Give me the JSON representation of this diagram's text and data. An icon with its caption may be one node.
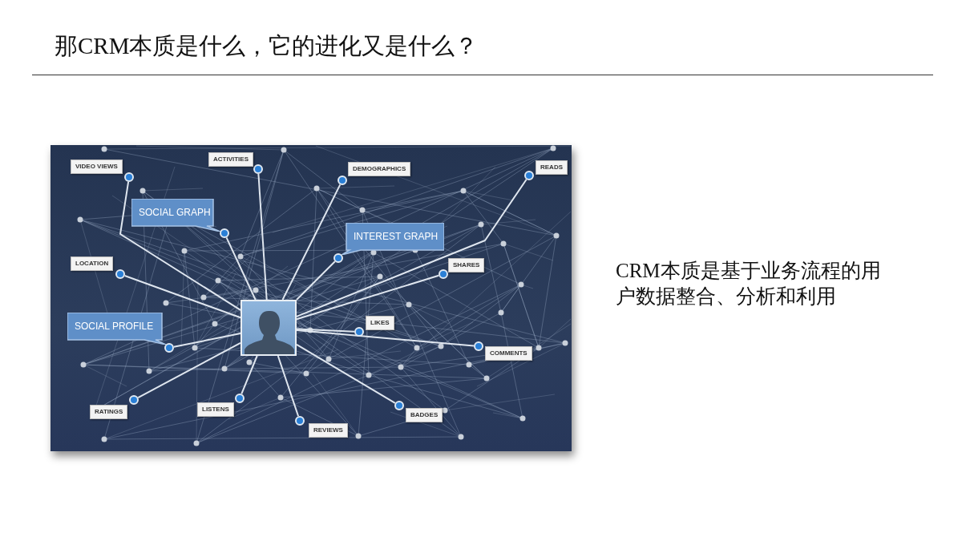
{
  "diagram": {
    "title": "那CRM本质是什么，它的进化又是什么？",
    "nodes": [
      {
        "text": [],
        "shape": "picture"
      },
      {
        "text": [],
        "shape": "circle",
        "beside": [
          "VIDEO VIEWS"
        ]
      },
      {
        "text": [],
        "shape": "circle",
        "beside": [
          "ACTIVITIES"
        ]
      },
      {
        "text": [],
        "shape": "circle",
        "beside": [
          "DEMOGRAPHICS"
        ]
      },
      {
        "text": [],
        "shape": "circle",
        "beside": [
          "READS"
        ]
      },
      {
        "text": [
          "SOCIAL GRAPH"
        ]
      },
      {
        "text": [],
        "shape": "circle"
      },
      {
        "text": [
          "INTEREST GRAPH"
        ]
      },
      {
        "text": [],
        "shape": "circle"
      },
      {
        "text": [],
        "shape": "circle",
        "beside": [
          "LOCATION"
        ]
      },
      {
        "text": [],
        "shape": "circle",
        "beside": [
          "SHARES"
        ]
      },
      {
        "text": [
          "SOCIAL PROFILE"
        ]
      },
      {
        "text": [],
        "shape": "circle"
      },
      {
        "text": [],
        "shape": "circle",
        "beside": [
          "LIKES"
        ]
      },
      {
        "text": [],
        "shape": "circle",
        "beside": [
          "COMMENTS"
        ]
      },
      {
        "text": [],
        "shape": "circle",
        "beside": [
          "RATINGS"
        ]
      },
      {
        "text": [],
        "shape": "circle",
        "beside": [
          "LISTENS"
        ]
      },
      {
        "text": [],
        "shape": "circle",
        "beside": [
          "BADGES"
        ]
      },
      {
        "text": [],
        "shape": "circle",
        "beside": [
          "REVIEWS"
        ]
      }
    ],
    "edges": [
      {
        "from": 0,
        "to": 1,
        "arrow": "none"
      },
      {
        "from": 0,
        "to": 2,
        "arrow": "none"
      },
      {
        "from": 0,
        "to": 3,
        "arrow": "none"
      },
      {
        "from": 0,
        "to": 4,
        "arrow": "none"
      },
      {
        "from": 0,
        "to": 6,
        "arrow": "none"
      },
      {
        "from": 0,
        "to": 8,
        "arrow": "none"
      },
      {
        "from": 0,
        "to": 9,
        "arrow": "none"
      },
      {
        "from": 0,
        "to": 10,
        "arrow": "none"
      },
      {
        "from": 0,
        "to": 12,
        "arrow": "none"
      },
      {
        "from": 0,
        "to": 13,
        "arrow": "none"
      },
      {
        "from": 0,
        "to": 14,
        "arrow": "none"
      },
      {
        "from": 0,
        "to": 15,
        "arrow": "none"
      },
      {
        "from": 0,
        "to": 16,
        "arrow": "none"
      },
      {
        "from": 0,
        "to": 17,
        "arrow": "none"
      },
      {
        "from": 0,
        "to": 18,
        "arrow": "none"
      }
    ],
    "labels": [
      "CRM本质是基于业务流程的用户数据整合、分析和利用"
    ]
  }
}
